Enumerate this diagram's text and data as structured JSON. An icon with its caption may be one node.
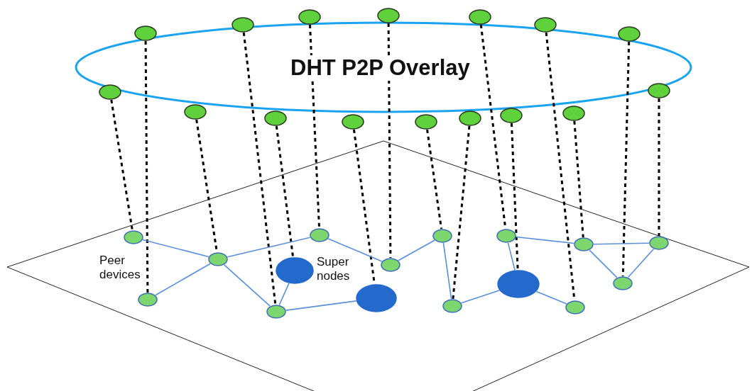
{
  "diagram": {
    "nodes": [
      {
        "text": [],
        "shape": "circle"
      },
      {
        "text": [],
        "shape": "circle"
      },
      {
        "text": [],
        "shape": "circle"
      },
      {
        "text": [],
        "shape": "circle"
      },
      {
        "text": [],
        "shape": "circle"
      },
      {
        "text": [],
        "shape": "circle"
      },
      {
        "text": [],
        "shape": "circle"
      },
      {
        "text": [],
        "shape": "circle"
      },
      {
        "text": [],
        "shape": "circle"
      },
      {
        "text": [],
        "shape": "circle"
      },
      {
        "text": [],
        "shape": "circle"
      },
      {
        "text": [],
        "shape": "circle"
      },
      {
        "text": [],
        "shape": "circle"
      },
      {
        "text": [],
        "shape": "circle"
      },
      {
        "text": [],
        "shape": "circle"
      },
      {
        "text": [],
        "shape": "circle"
      },
      {
        "text": [],
        "shape": "circle"
      },
      {
        "text": [],
        "shape": "circle"
      },
      {
        "text": [],
        "shape": "circle"
      },
      {
        "text": [],
        "shape": "circle"
      },
      {
        "text": [],
        "shape": "circle"
      },
      {
        "text": [],
        "shape": "circle"
      },
      {
        "text": [],
        "shape": "circle"
      },
      {
        "text": [],
        "shape": "circle"
      },
      {
        "text": [],
        "shape": "circle"
      },
      {
        "text": [],
        "shape": "circle"
      },
      {
        "text": [],
        "shape": "circle"
      },
      {
        "text": [],
        "shape": "circle"
      },
      {
        "text": [],
        "shape": "circle"
      },
      {
        "text": [],
        "shape": "circle"
      },
      {
        "text": [],
        "shape": "circle"
      },
      {
        "text": [],
        "shape": "circle"
      }
    ],
    "edges": [
      {
        "from": 0,
        "to": 18,
        "arrow": "none",
        "style": "dashed"
      },
      {
        "from": 7,
        "to": 16,
        "arrow": "none",
        "style": "dashed"
      },
      {
        "from": 8,
        "to": 17,
        "arrow": "none",
        "style": "dashed"
      },
      {
        "from": 1,
        "to": 21,
        "arrow": "none",
        "style": "dashed"
      },
      {
        "from": 9,
        "to": 29,
        "arrow": "none",
        "style": "dashed"
      },
      {
        "from": 2,
        "to": 19,
        "arrow": "none",
        "style": "dashed"
      },
      {
        "from": 10,
        "to": 30,
        "arrow": "none",
        "style": "dashed"
      },
      {
        "from": 3,
        "to": 20,
        "arrow": "none",
        "style": "dashed"
      },
      {
        "from": 11,
        "to": 22,
        "arrow": "none",
        "style": "dashed"
      },
      {
        "from": 12,
        "to": 23,
        "arrow": "none",
        "style": "dashed"
      },
      {
        "from": 4,
        "to": 24,
        "arrow": "none",
        "style": "dashed"
      },
      {
        "from": 13,
        "to": 31,
        "arrow": "none",
        "style": "dashed"
      },
      {
        "from": 5,
        "to": 28,
        "arrow": "none",
        "style": "dashed"
      },
      {
        "from": 14,
        "to": 25,
        "arrow": "none",
        "style": "dashed"
      },
      {
        "from": 6,
        "to": 27,
        "arrow": "none",
        "style": "dashed"
      },
      {
        "from": 15,
        "to": 26,
        "arrow": "none",
        "style": "dashed"
      },
      {
        "from": 16,
        "to": 17,
        "arrow": "none",
        "color": "#5b8fd9"
      },
      {
        "from": 17,
        "to": 18,
        "arrow": "none",
        "color": "#5b8fd9"
      },
      {
        "from": 17,
        "to": 19,
        "arrow": "none",
        "color": "#5b8fd9"
      },
      {
        "from": 17,
        "to": 21,
        "arrow": "none",
        "color": "#5b8fd9"
      },
      {
        "from": 29,
        "to": 21,
        "arrow": "none",
        "color": "#5b8fd9"
      },
      {
        "from": 21,
        "to": 30,
        "arrow": "none",
        "color": "#5b8fd9"
      },
      {
        "from": 19,
        "to": 20,
        "arrow": "none",
        "color": "#5b8fd9"
      },
      {
        "from": 20,
        "to": 22,
        "arrow": "none",
        "color": "#5b8fd9"
      },
      {
        "from": 22,
        "to": 23,
        "arrow": "none",
        "color": "#5b8fd9"
      },
      {
        "from": 23,
        "to": 31,
        "arrow": "none",
        "color": "#5b8fd9"
      },
      {
        "from": 31,
        "to": 24,
        "arrow": "none",
        "color": "#5b8fd9"
      },
      {
        "from": 31,
        "to": 28,
        "arrow": "none",
        "color": "#5b8fd9"
      },
      {
        "from": 24,
        "to": 25,
        "arrow": "none",
        "color": "#5b8fd9"
      },
      {
        "from": 25,
        "to": 26,
        "arrow": "none",
        "color": "#5b8fd9"
      },
      {
        "from": 25,
        "to": 27,
        "arrow": "none",
        "color": "#5b8fd9"
      },
      {
        "from": 26,
        "to": 27,
        "arrow": "none",
        "color": "#5b8fd9"
      }
    ],
    "labels": [
      "DHT P2P Overlay",
      "Peer devices",
      "Super nodes"
    ]
  }
}
